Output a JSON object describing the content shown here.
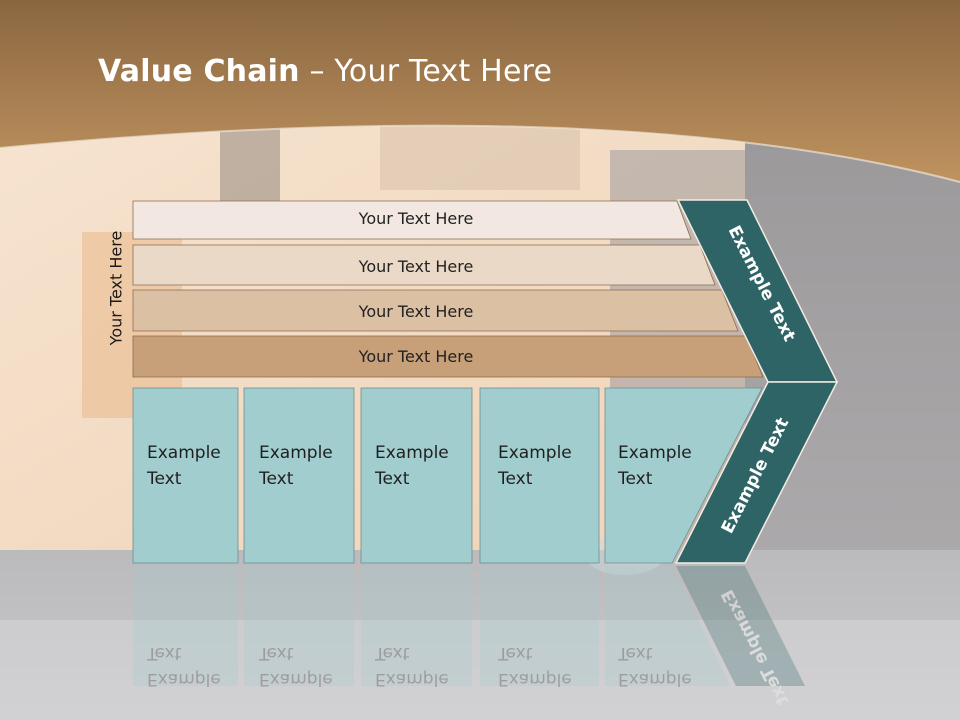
{
  "slide": {
    "title_bold": "Value Chain",
    "title_rest": " – Your Text Here",
    "vertical_label": "Your Text Here",
    "bars": [
      {
        "label": "Your Text Here"
      },
      {
        "label": "Your Text Here"
      },
      {
        "label": "Your Text Here"
      },
      {
        "label": "Your Text Here"
      }
    ],
    "boxes": [
      {
        "line1": "Example",
        "line2": "Text"
      },
      {
        "line1": "Example",
        "line2": "Text"
      },
      {
        "line1": "Example",
        "line2": "Text"
      },
      {
        "line1": "Example",
        "line2": "Text"
      },
      {
        "line1": "Example",
        "line2": "Text"
      }
    ],
    "chevron_upper": "Example Text",
    "chevron_lower": "Example Text"
  },
  "colors": {
    "header_brown": "#b5885a",
    "bar1": "#f2e8e1",
    "bar2": "#ebd9c8",
    "bar3": "#dcc0a4",
    "bar4": "#c79f78",
    "box_teal": "#a2cdcf",
    "chevron_dark": "#2e6466"
  }
}
